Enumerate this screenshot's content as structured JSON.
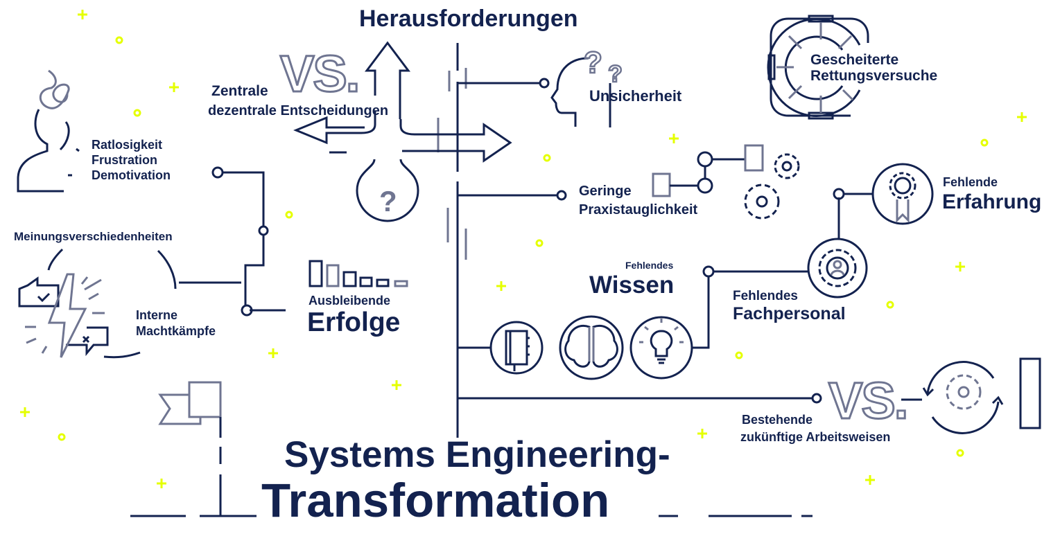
{
  "colors": {
    "navy": "#13224f",
    "grey": "#6f7591",
    "accent": "#e5ff00"
  },
  "title": "Herausforderungen",
  "footer": {
    "line1": "Systems Engineering-",
    "line2": "Transformation"
  },
  "vs_label": "VS.",
  "items": {
    "zentrale": {
      "line1": "Zentrale",
      "line2": "dezentrale Entscheidungen"
    },
    "unsicherheit": "Unsicherheit",
    "rettung": {
      "line1": "Gescheiterte",
      "line2": "Rettungsversuche"
    },
    "ratlos": {
      "line1": "Ratlosigkeit",
      "line2": "Frustration",
      "line3": "Demotivation"
    },
    "praxis": {
      "line1": "Geringe",
      "line2": "Praxistauglichkeit"
    },
    "erfahrung": {
      "line1": "Fehlende",
      "line2": "Erfahrung"
    },
    "meinung": "Meinungsverschiedenheiten",
    "wissen": {
      "line1": "Fehlendes",
      "line2": "Wissen"
    },
    "erfolge": {
      "line1": "Ausbleibende",
      "line2": "Erfolge"
    },
    "fachpersonal": {
      "line1": "Fehlendes",
      "line2": "Fachpersonal"
    },
    "macht": {
      "line1": "Interne",
      "line2": "Machtkämpfe"
    },
    "arbeitsweisen": {
      "line1": "Bestehende",
      "line2": "zukünftige Arbeitsweisen"
    }
  },
  "icons": [
    "confused-head-icon",
    "question-head-icon",
    "lifebuoy-icon",
    "crossroads-arrows-icon",
    "gears-icon",
    "award-icon",
    "conflict-speech-icon",
    "declining-bars-icon",
    "book-icon",
    "brain-icon",
    "lightbulb-icon",
    "person-gear-icon",
    "cycle-gear-icon",
    "flag-icon"
  ]
}
